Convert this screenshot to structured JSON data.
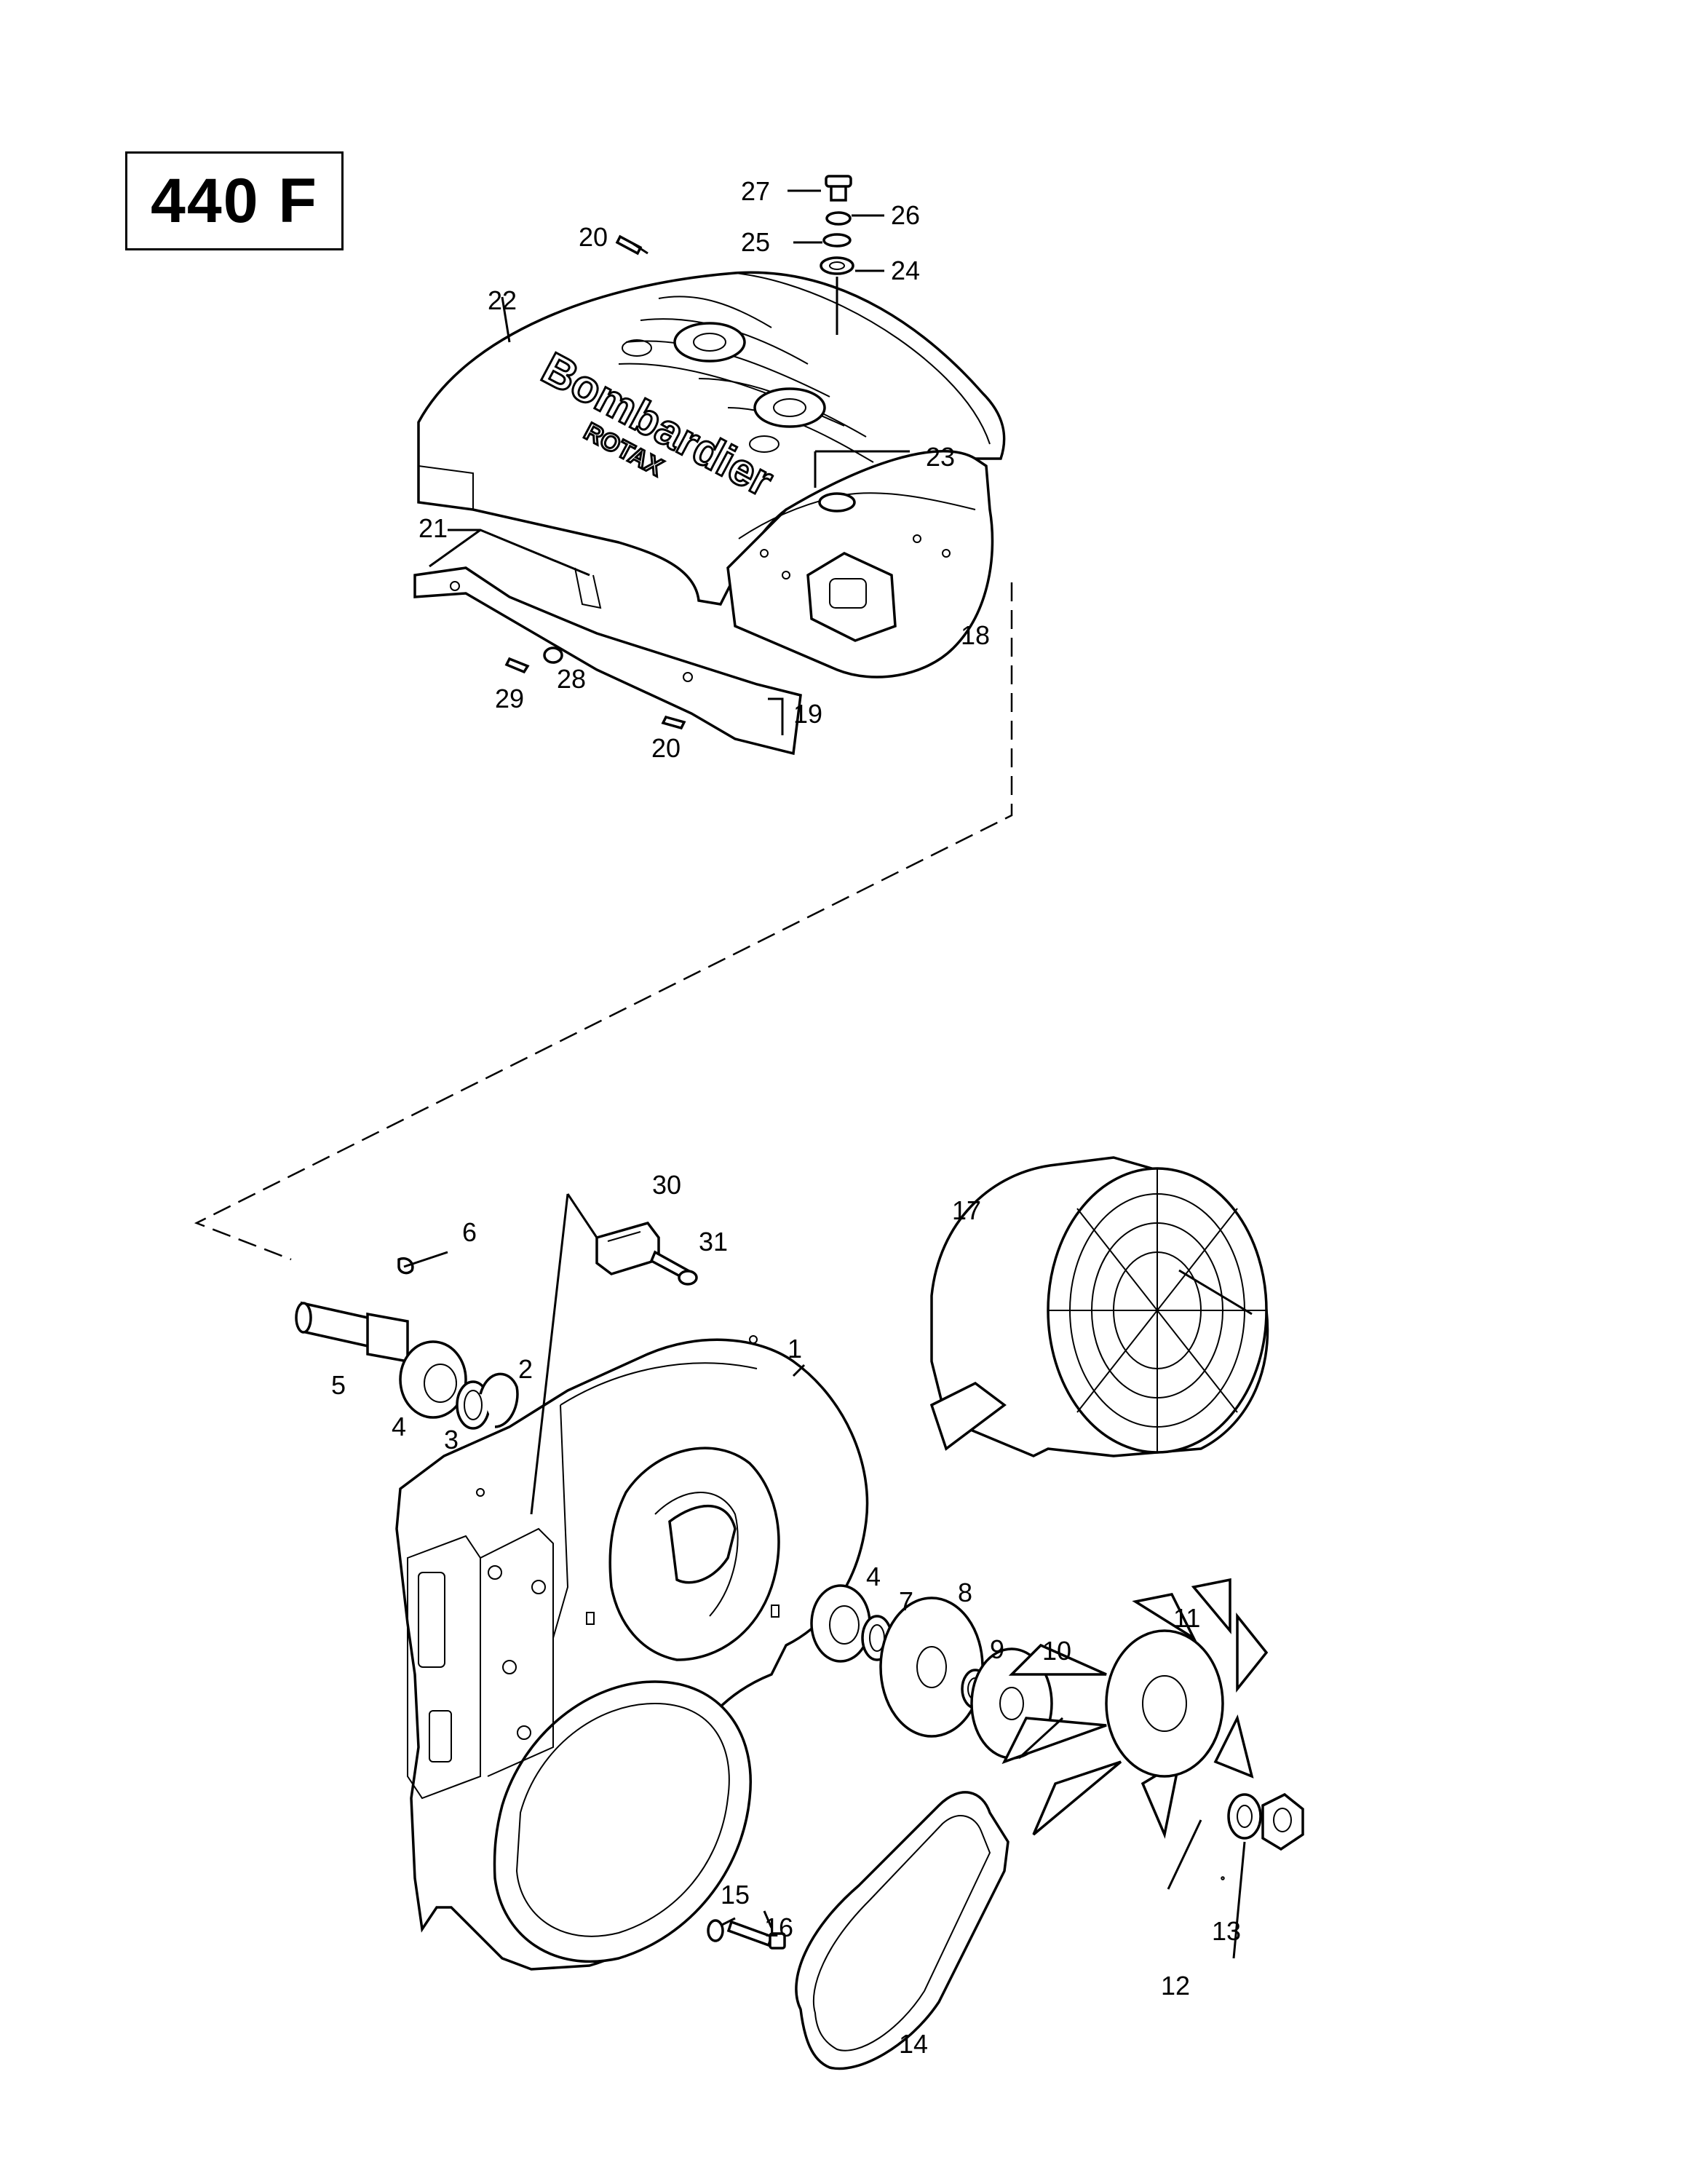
{
  "diagram": {
    "model_label": "440 F",
    "logo_text": "Bombardier",
    "logo_subtext": "ROTAX",
    "callouts": {
      "c1": "1",
      "c2": "2",
      "c3": "3",
      "c4a": "4",
      "c4b": "4",
      "c5": "5",
      "c6": "6",
      "c7": "7",
      "c8": "8",
      "c9": "9",
      "c10": "10",
      "c11": "11",
      "c12": "12",
      "c13": "13",
      "c14": "14",
      "c15": "15",
      "c16": "16",
      "c17": "17",
      "c18": "18",
      "c19": "19",
      "c20a": "20",
      "c20b": "20",
      "c21": "21",
      "c22": "22",
      "c23": "23",
      "c24": "24",
      "c25": "25",
      "c26": "26",
      "c27": "27",
      "c28": "28",
      "c29": "29",
      "c30": "30",
      "c31": "31"
    }
  }
}
